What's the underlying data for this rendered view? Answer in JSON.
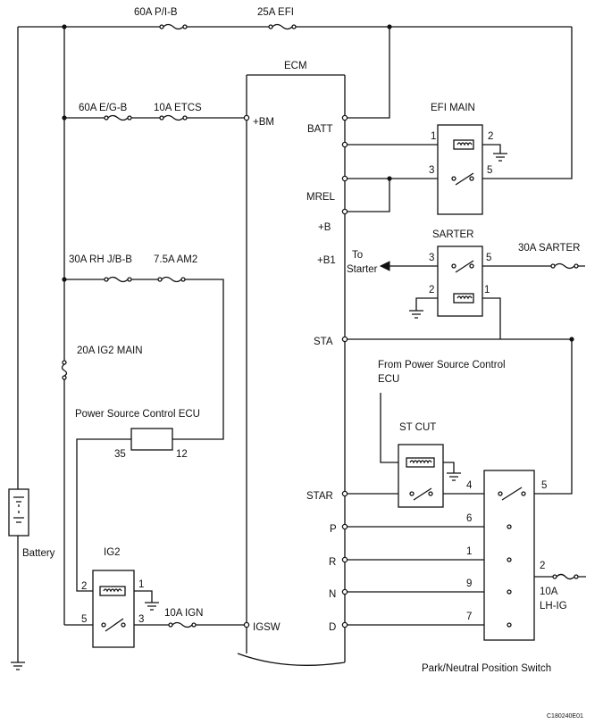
{
  "fuses": {
    "p_ib": "60A P/I-B",
    "efi": "25A EFI",
    "eg_b": "60A E/G-B",
    "etcs": "10A ETCS",
    "rh_jb_b": "30A RH J/B-B",
    "am2": "7.5A  AM2",
    "ig2_main": "20A IG2 MAIN",
    "ign": "10A IGN",
    "sarter": "30A SARTER",
    "lh_ig_line1": "10A",
    "lh_ig_line2": "LH-IG"
  },
  "ecm": {
    "title": "ECM",
    "pins": {
      "bm": "+BM",
      "batt": "BATT",
      "mrel": "MREL",
      "plus_b": "+B",
      "plus_b1": "+B1",
      "sta": "STA",
      "star": "STAR",
      "p": "P",
      "r": "R",
      "n": "N",
      "d": "D",
      "igsw": "IGSW"
    }
  },
  "relays": {
    "efi_main": {
      "title": "EFI MAIN",
      "pins": [
        "1",
        "2",
        "3",
        "5"
      ]
    },
    "sarter": {
      "title": "SARTER",
      "pins": [
        "3",
        "5",
        "2",
        "1"
      ]
    },
    "st_cut": {
      "title": "ST CUT"
    },
    "ig2": {
      "title": "IG2",
      "pins": [
        "2",
        "1",
        "5",
        "3"
      ]
    }
  },
  "power_source_ecu": {
    "title": "Power Source Control ECU",
    "pin_left": "35",
    "pin_right": "12"
  },
  "from_ecu_line1": "From Power Source Control",
  "from_ecu_line2": "ECU",
  "to_starter_line1": "To",
  "to_starter_line2": "Starter",
  "battery_label": "Battery",
  "pnp_switch": {
    "title": "Park/Neutral Position Switch",
    "pins": {
      "star_side": "4",
      "sta_side": "5",
      "p": "6",
      "r": "1",
      "n": "9",
      "d": "7",
      "lh_ig": "2"
    }
  },
  "figure_code": "C180240E01"
}
